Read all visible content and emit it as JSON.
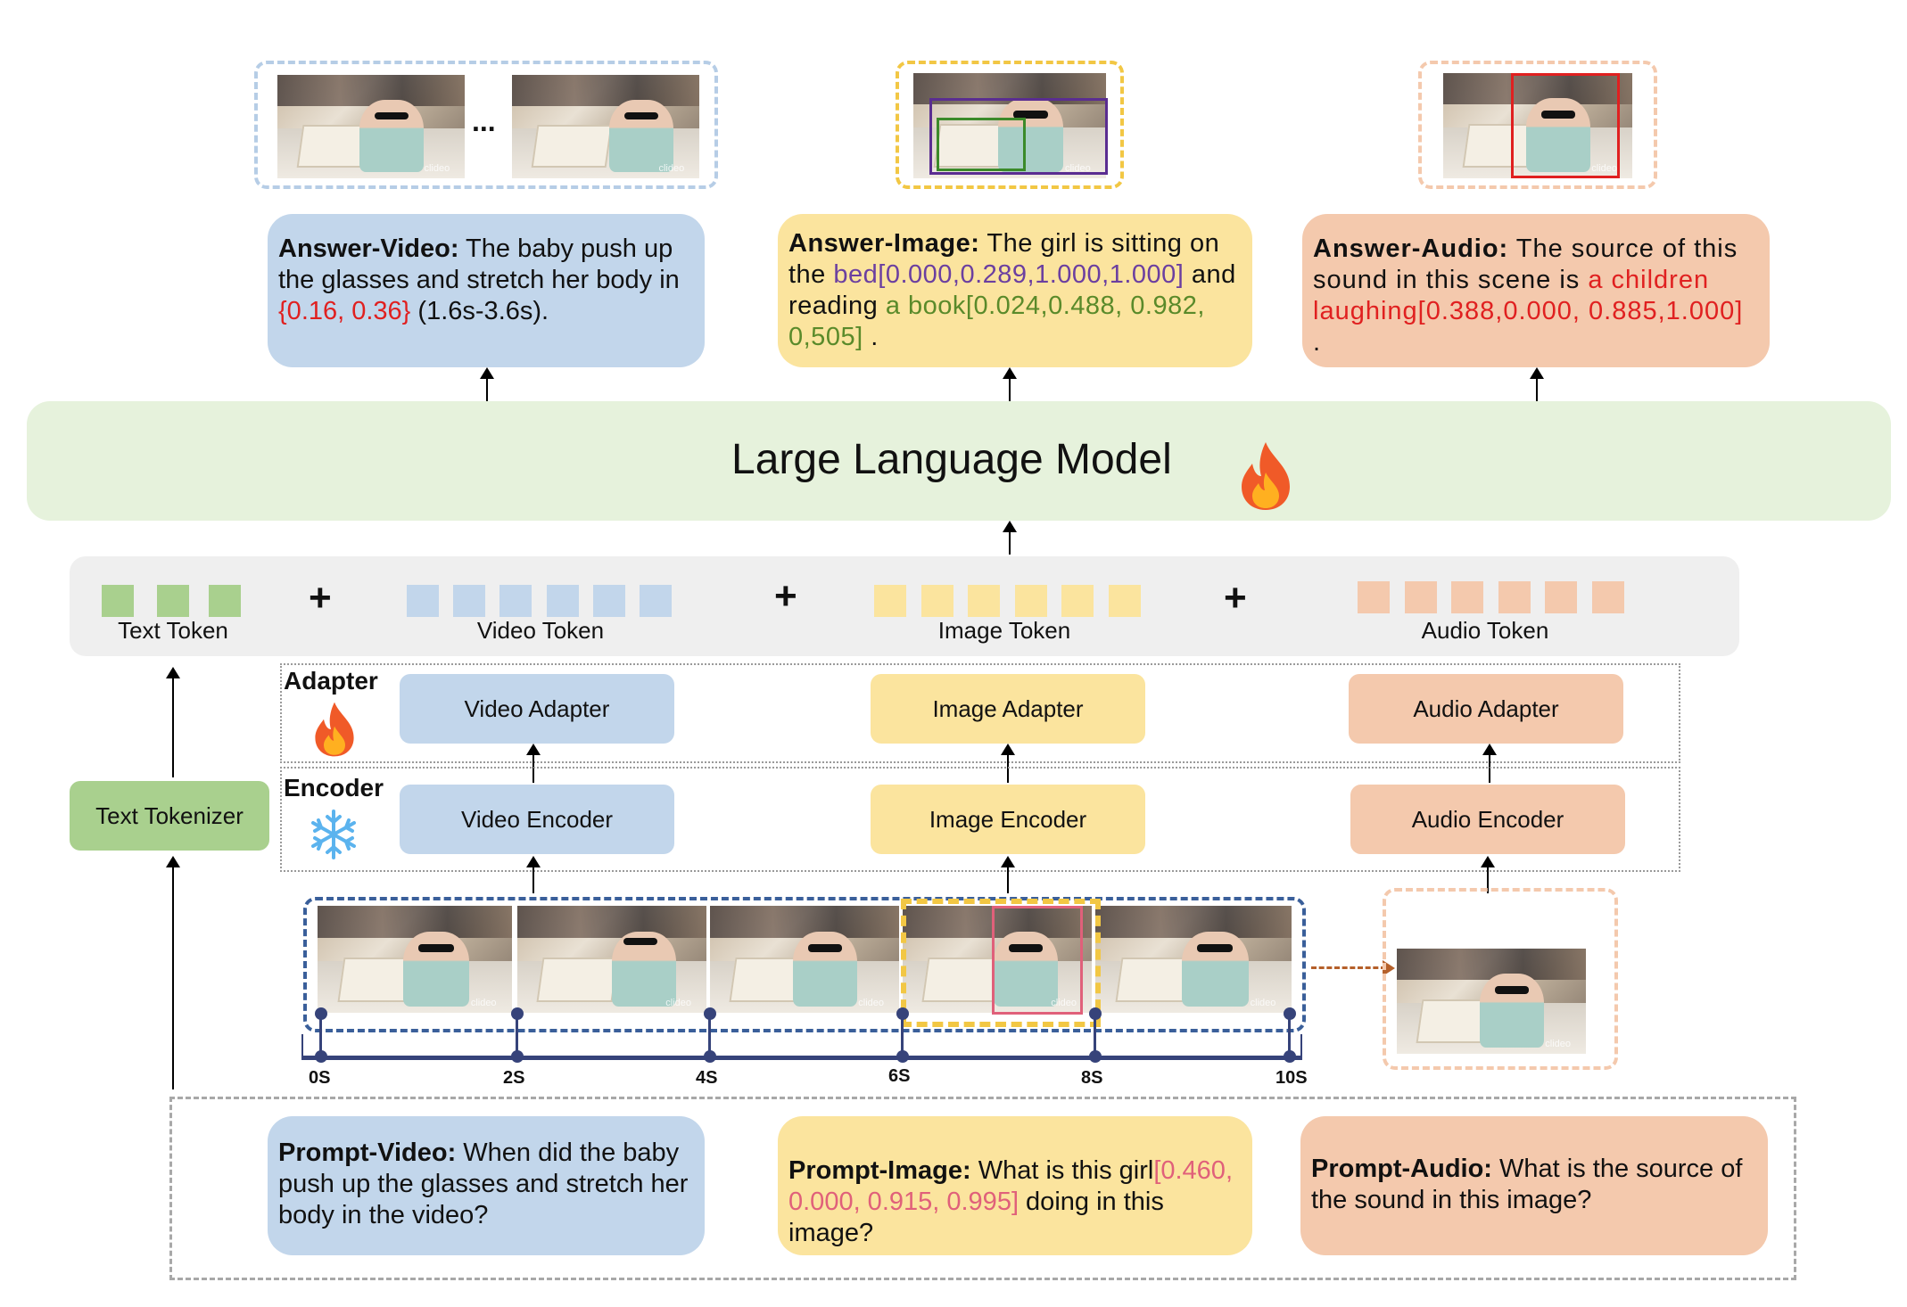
{
  "answers": {
    "video": {
      "label": "Answer-Video:",
      "text1": " The baby push up the glasses and stretch her body in ",
      "highlight": "{0.16, 0.36}",
      "text2": " (1.6s-3.6s)."
    },
    "image": {
      "label": "Answer-Image:",
      "text1": " The girl is sitting on the ",
      "highlight1": "bed[0.000,0.289,1.000,1.000]",
      "text2": " and reading ",
      "highlight2": "a book[0.024,0.488, 0.982, 0,505]",
      "text3": " ."
    },
    "audio": {
      "label": "Answer-Audio:",
      "text1": " The source of this sound in this scene is ",
      "highlight": "a children laughing[0.388,0.000, 0.885,1.000]",
      "text2": " ."
    }
  },
  "ellipsis": "...",
  "watermark": "clideo",
  "llm": {
    "title": "Large Language Model"
  },
  "tokens": {
    "text": "Text Token",
    "video": "Video Token",
    "image": "Image Token",
    "audio": "Audio Token",
    "plus": "+"
  },
  "modules": {
    "adapter_label": "Adapter",
    "encoder_label": "Encoder",
    "video_adapter": "Video Adapter",
    "image_adapter": "Image Adapter",
    "audio_adapter": "Audio Adapter",
    "video_encoder": "Video Encoder",
    "image_encoder": "Image Encoder",
    "audio_encoder": "Audio Encoder",
    "text_tokenizer": "Text Tokenizer"
  },
  "timeline": [
    "0S",
    "2S",
    "4S",
    "6S",
    "8S",
    "10S"
  ],
  "prompts": {
    "video": {
      "label": "Prompt-Video:",
      "text": " When did the baby push up the glasses and stretch her body in the video?"
    },
    "image": {
      "label": "Prompt-Image:",
      "text1": " What is this girl",
      "highlight": "[0.460, 0.000, 0.915, 0.995]",
      "text2": " doing in this image?"
    },
    "audio": {
      "label": "Prompt-Audio:",
      "text": " What is the source of the sound in this image?"
    }
  },
  "colors": {
    "video": "#c2d6eb",
    "image": "#fbe49e",
    "audio": "#f4c9ad",
    "text": "#a9d08e",
    "llm": "#e6f2dc",
    "timeline": "#36437a",
    "video_frame": "#3a5f9a",
    "image_frame": "#f2c744"
  },
  "icons": [
    "fire-icon",
    "snowflake-icon",
    "audio-waveform-icon"
  ]
}
